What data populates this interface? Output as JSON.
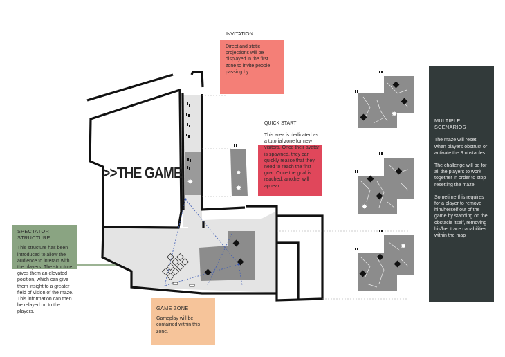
{
  "invitation": {
    "title": "INVITATION",
    "body": "Direct and static projections will be displayed in the first zone to invite people passing by."
  },
  "quick_start": {
    "title": "QUICK START",
    "body": "This area is dedicated as a tutorial zone for new visitors. Once their avatar is spawned, they can quickly realise that they need to reach the first goal. Once the goal is reached, another will appear."
  },
  "multiple_scenarios": {
    "title": "MULTIPLE SCENARIOS",
    "paragraphs": [
      "The maze will reset when players obstruct or activate the 3 obstacles.",
      "The challenge will be for all the players to work together in order to stop resetting the maze.",
      "Sometime this requires for a player to remove him/herself out of the game by standing on the obstacle itself, removing his/her trace capabilities within the map"
    ]
  },
  "spectator_structure": {
    "title": "SPECTATOR STRUCTURE",
    "body": "This structure has been introduced to allow the audience to interact with the players. The structure gives them an elevated position, which can give them insight to a greater field of vision of the maze. This information can then be relayed on to the players."
  },
  "game_zone": {
    "title": "GAME ZONE",
    "body": "Gameplay will be contained within this zone."
  },
  "building_label": ">>THE GAME",
  "colors": {
    "invitation": "#f47f77",
    "quick_start": "#e0475b",
    "multiple_scenarios": "#323a3a",
    "spectator": "#8aa482",
    "game_zone": "#f6c49a",
    "floor": "#e4e4e4",
    "map_tile": "#8c8c8c",
    "walls": "#111111"
  },
  "icons": [
    "footprints-icon",
    "obstacle-diamond-icon",
    "goal-star-icon",
    "spectator-ring-icon"
  ]
}
